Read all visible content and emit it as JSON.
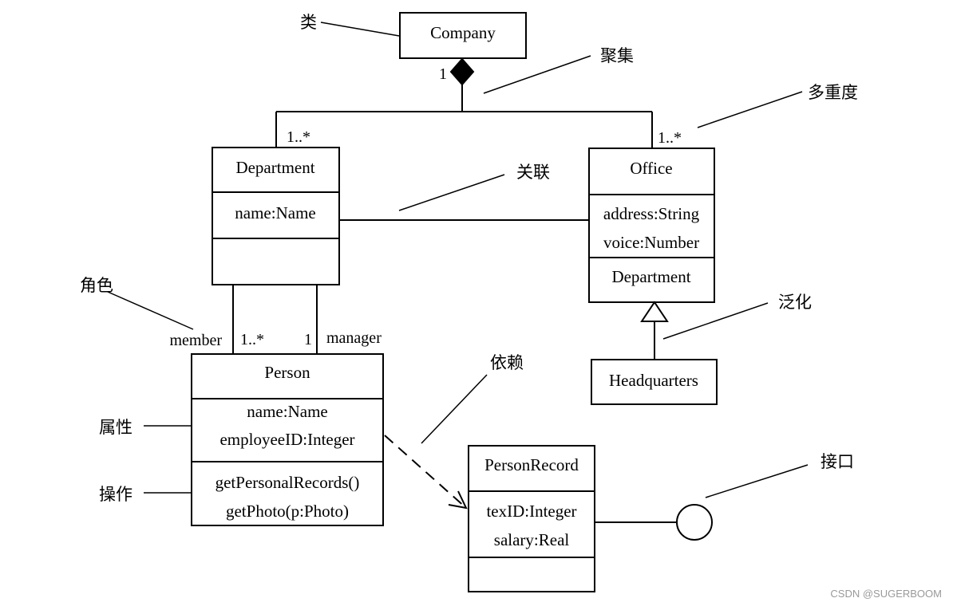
{
  "classes": {
    "company": {
      "name": "Company"
    },
    "department": {
      "name": "Department",
      "attributes": [
        "name:Name"
      ]
    },
    "office": {
      "name": "Office",
      "attributes": [
        "address:String",
        "voice:Number"
      ],
      "operations": [
        "Department"
      ]
    },
    "headquarters": {
      "name": "Headquarters"
    },
    "person": {
      "name": "Person",
      "attributes": [
        "name:Name",
        "employeeID:Integer"
      ],
      "operations": [
        "getPersonalRecords()",
        "getPhoto(p:Photo)"
      ]
    },
    "person_record": {
      "name": "PersonRecord",
      "attributes": [
        "texID:Integer",
        "salary:Real"
      ]
    }
  },
  "multiplicities": {
    "company_one": "1",
    "department_many": "1..*",
    "office_many": "1..*",
    "member_many": "1..*",
    "manager_one": "1"
  },
  "roles": {
    "member": "member",
    "manager": "manager"
  },
  "annotations": {
    "class": "类",
    "aggregation": "聚集",
    "multiplicity": "多重度",
    "association": "关联",
    "role": "角色",
    "generalization": "泛化",
    "dependency": "依赖",
    "attribute": "属性",
    "operation": "操作",
    "interface": "接口"
  },
  "watermark": "CSDN @SUGERBOOM"
}
